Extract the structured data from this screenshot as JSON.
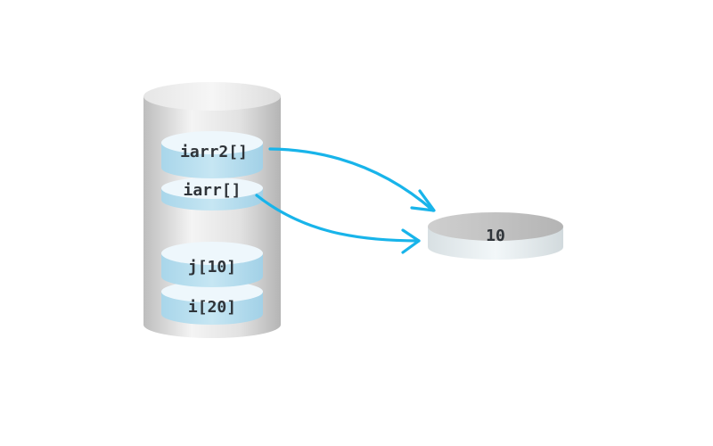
{
  "stack": {
    "upper_disks": [
      "iarr2[]",
      "iarr[]"
    ],
    "lower_disks": [
      "j[10]",
      "i[20]"
    ]
  },
  "target": {
    "label": "10"
  },
  "colors": {
    "cylinder": "#d9d9d9",
    "disk": "#bfe0ee",
    "disk_top": "#eef7fc",
    "arrow": "#18b4ea",
    "plate": "#c4c4c4"
  }
}
